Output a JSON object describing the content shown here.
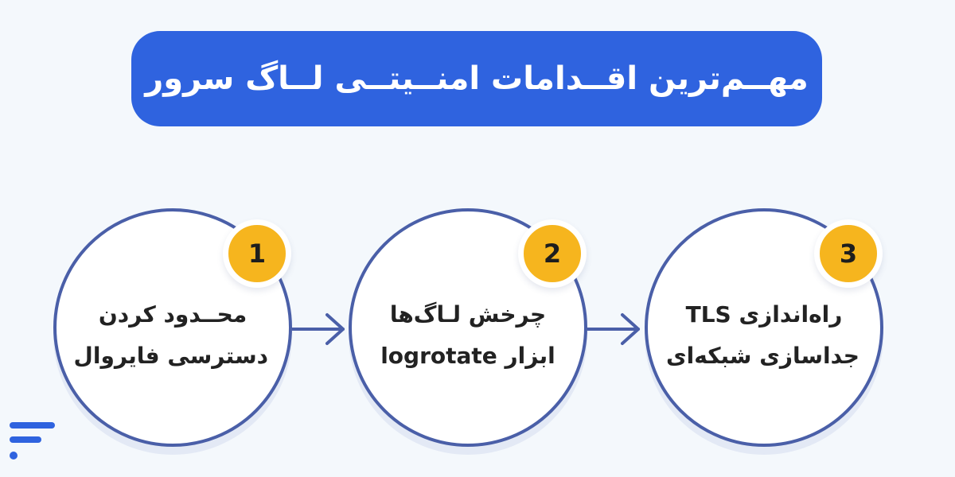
{
  "title": "مهــم‌ترین اقــدامات امنــیتــی لــاگ سرور",
  "steps": [
    {
      "number": "1",
      "line1": "محــدود کردن",
      "line2": "دسترسی فایروال"
    },
    {
      "number": "2",
      "line1": "چرخش لـاگ‌ها",
      "line2": "ابزار logrotate"
    },
    {
      "number": "3",
      "line1": "راه‌اندازی TLS",
      "line2": "جداسازی شبکه‌ای"
    }
  ],
  "colors": {
    "background": "#f4f8fc",
    "primary_blue": "#2f63df",
    "circle_border": "#4a5fa8",
    "badge": "#f6b51e"
  },
  "icons": {
    "logo": "brand-logo-icon",
    "connector": "arrow-right-icon"
  }
}
